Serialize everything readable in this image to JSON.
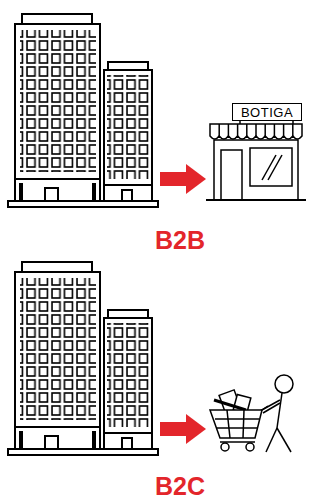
{
  "diagram": {
    "nodes": [
      {
        "text": [
          "BOTIGA"
        ]
      }
    ],
    "labels": [
      "B2B",
      "B2C"
    ]
  }
}
